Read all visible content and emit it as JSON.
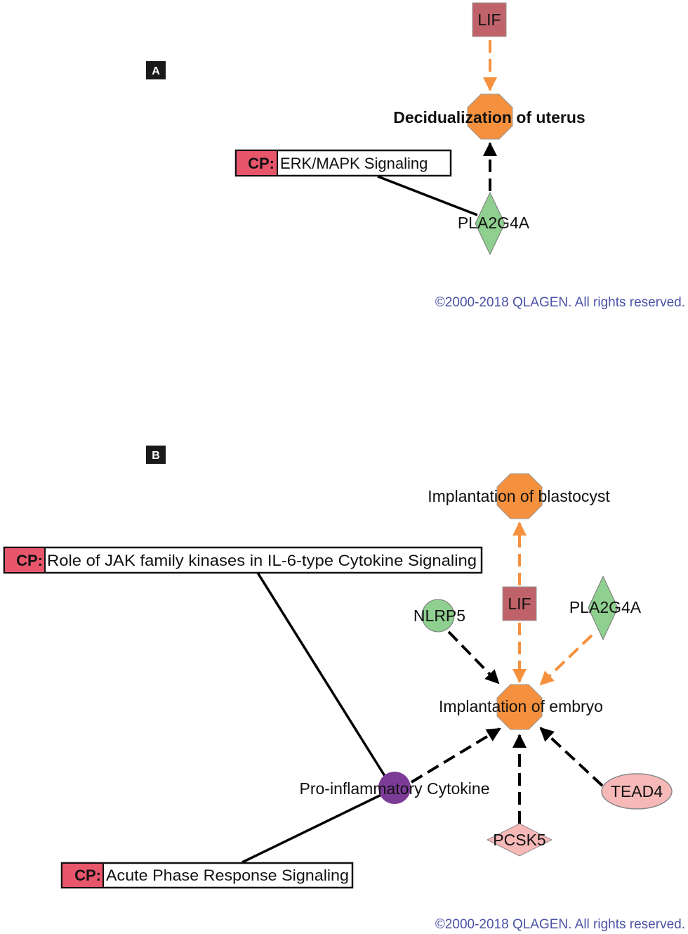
{
  "colors": {
    "function_orange": "#f5913e",
    "lif_red": "#c0626a",
    "green": "#8fcf8f",
    "pink": "#f7b8b8",
    "purple": "#7b3b97",
    "cp_red": "#e8566c",
    "edge_orange": "#f5913e",
    "edge_black": "#000000",
    "copyright_blue": "#4a52a6"
  },
  "panels": [
    {
      "letter": "A",
      "nodes": {
        "lif": "LIF",
        "decidualization": "Decidualization of uterus",
        "pla2g4a": "PLA2G4A",
        "cp_erk": {
          "tag": "CP:",
          "text": "ERK/MAPK Signaling"
        }
      },
      "copyright": "©2000-2018 QLAGEN. All rights reserved."
    },
    {
      "letter": "B",
      "nodes": {
        "blastocyst": "Implantation of blastocyst",
        "lif": "LIF",
        "nlrp5": "NLRP5",
        "pla2g4a": "PLA2G4A",
        "embryo": "Implantation of embryo",
        "cytokine": "Pro-inflammatory Cytokine",
        "tead4": "TEAD4",
        "pcsk5": "PCSK5",
        "cp_jak": {
          "tag": "CP:",
          "text": "Role of JAK family kinases in IL-6-type Cytokine Signaling"
        },
        "cp_acute": {
          "tag": "CP:",
          "text": "Acute Phase Response Signaling"
        }
      },
      "copyright": "©2000-2018 QLAGEN. All rights reserved."
    }
  ]
}
